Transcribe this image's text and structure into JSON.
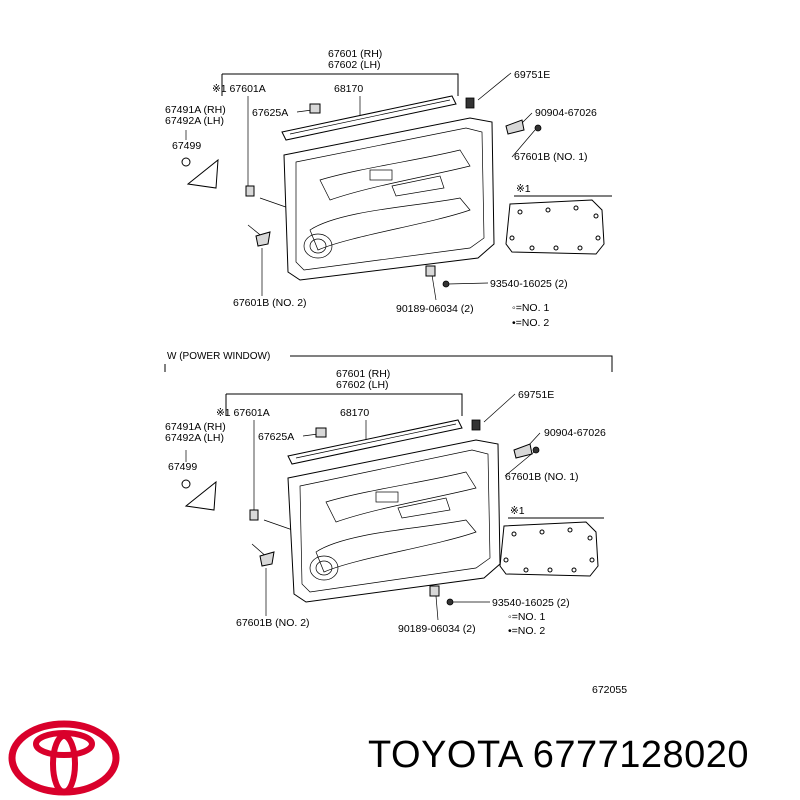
{
  "diagram": {
    "top": {
      "lbl_67601_rh": "67601 (RH)",
      "lbl_67602_lh": "67602 (LH)",
      "lbl_67601a": "※1 67601A",
      "lbl_68170": "68170",
      "lbl_67625a": "67625A",
      "lbl_67491a": "67491A (RH)",
      "lbl_67492a": "67492A (LH)",
      "lbl_67499": "67499",
      "lbl_69751e": "69751E",
      "lbl_90904": "90904-67026",
      "lbl_67601b_no1": "67601B (NO. 1)",
      "lbl_star1": "※1",
      "lbl_93540": "93540-16025 (2)",
      "lbl_90189": "90189-06034 (2)",
      "lbl_67601b_no2": "67601B (NO. 2)",
      "legend_no1": "◦=NO. 1",
      "legend_no2": "•=NO. 2"
    },
    "section_header": "W (POWER WINDOW)",
    "bottom": {
      "lbl_67601_rh": "67601 (RH)",
      "lbl_67602_lh": "67602 (LH)",
      "lbl_67601a": "※1 67601A",
      "lbl_68170": "68170",
      "lbl_67625a": "67625A",
      "lbl_67491a": "67491A (RH)",
      "lbl_67492a": "67492A (LH)",
      "lbl_67499": "67499",
      "lbl_69751e": "69751E",
      "lbl_90904": "90904-67026",
      "lbl_67601b_no1": "67601B (NO. 1)",
      "lbl_star1": "※1",
      "lbl_93540": "93540-16025 (2)",
      "lbl_90189": "90189-06034 (2)",
      "lbl_67601b_no2": "67601B (NO. 2)",
      "legend_no1": "◦=NO. 1",
      "legend_no2": "•=NO. 2"
    },
    "figure_number": "672055"
  },
  "brand": {
    "name": "TOYOTA",
    "part_number": "6777128020",
    "logo_color": "#d9002b",
    "logo_icon": "toyota-logo-icon"
  }
}
